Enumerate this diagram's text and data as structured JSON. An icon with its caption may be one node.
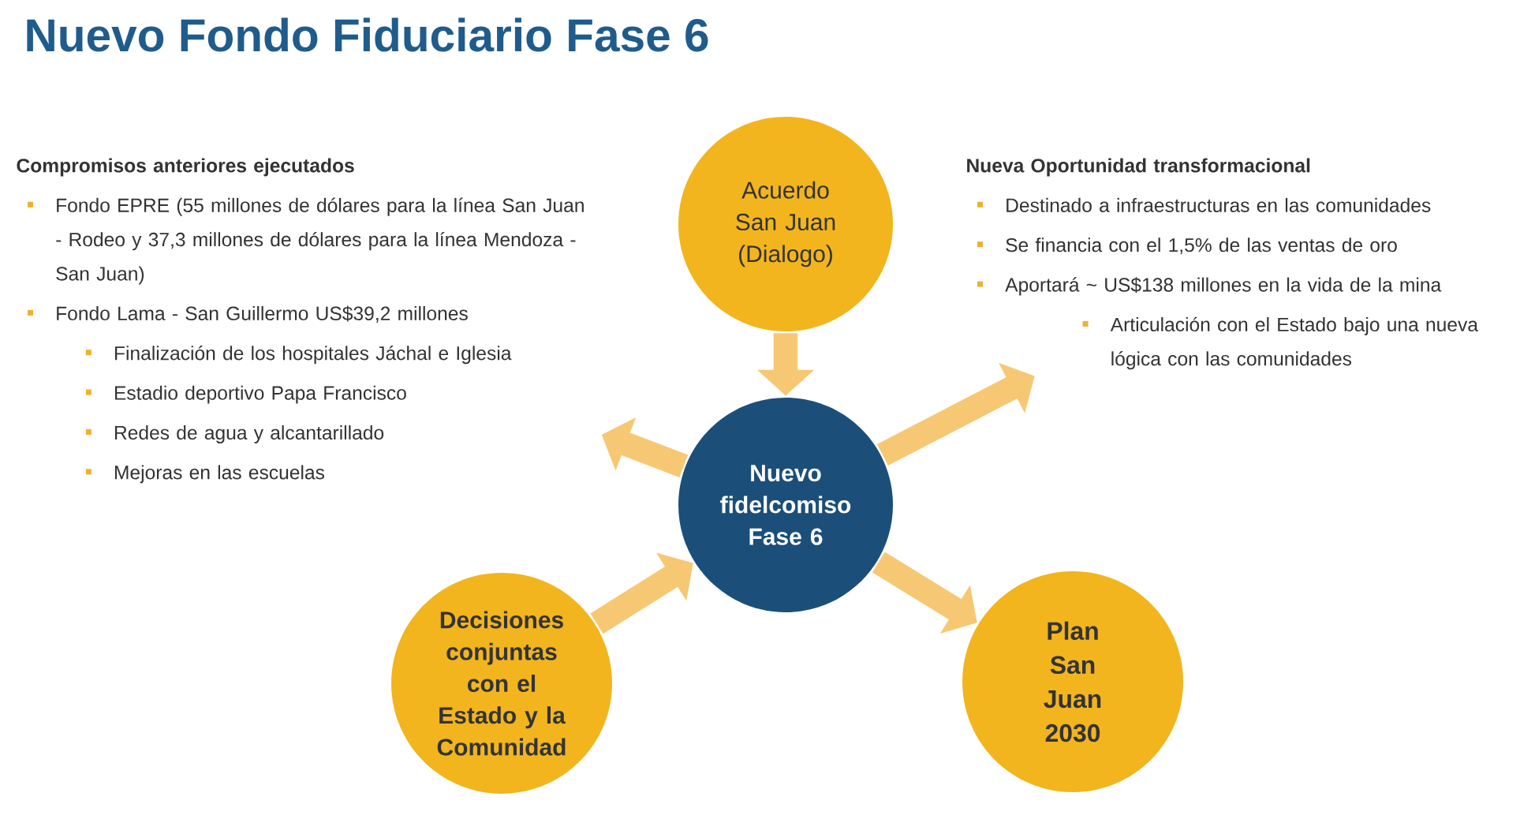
{
  "diagram": {
    "title": "Nuevo Fondo Fiduciario Fase 6",
    "nodes": [
      {
        "text": [
          "Acuerdo San Juan (Dialogo)"
        ]
      },
      {
        "text": [
          "Nuevo fidelcomiso Fase 6"
        ]
      },
      {
        "text": [
          "Decisiones conjuntas con el Estado y la Comunidad"
        ]
      },
      {
        "text": [
          "Plan San Juan 2030"
        ]
      },
      {
        "text": [
          "Compromisos anteriores ejecutados",
          "Fondo EPRE (55 millones de dólares para la línea San Juan - Rodeo y 37,3 millones de dólares para la línea Mendoza - San Juan)",
          "Fondo Lama - San Guillermo US$39,2 millones",
          "Finalización de los hospitales Jáchal e Iglesia",
          "Estadio deportivo Papa Francisco",
          "Redes de agua y alcantarillado",
          "Mejoras en las escuelas"
        ]
      },
      {
        "text": [
          "Nueva Oportunidad transformacional",
          "Destinado a infraestructuras en las comunidades",
          "Se financia con el 1,5% de las ventas de oro",
          "Aportará ~ US$138 millones en la vida de la mina",
          "Articulación con el Estado bajo una nueva lógica con las comunidades"
        ]
      }
    ],
    "edges": [
      {
        "from": 0,
        "to": 1,
        "arrow": "to"
      },
      {
        "from": 1,
        "to": 4,
        "arrow": "to"
      },
      {
        "from": 1,
        "to": 5,
        "arrow": "to"
      },
      {
        "from": 2,
        "to": 1,
        "arrow": "to"
      },
      {
        "from": 1,
        "to": 3,
        "arrow": "to"
      }
    ]
  }
}
